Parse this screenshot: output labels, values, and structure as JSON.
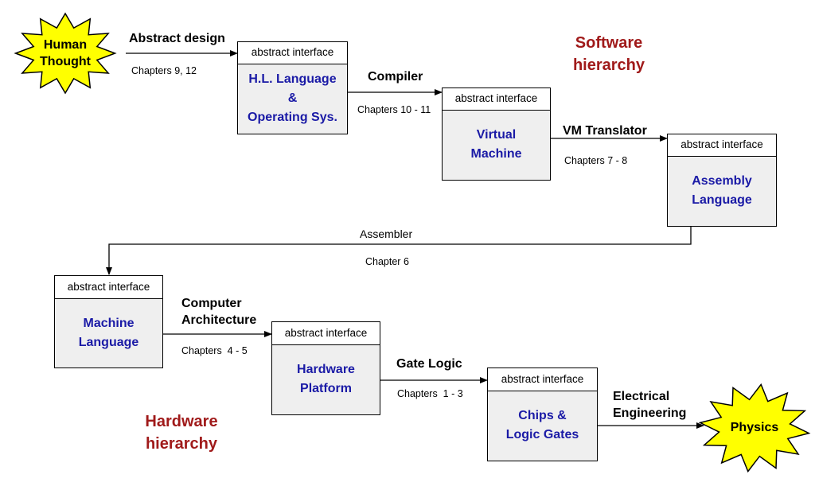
{
  "colors": {
    "box_fill": "#efefef",
    "box_text": "#1a1aa6",
    "hierarchy_text": "#a01a1a",
    "star_fill": "#ffff00"
  },
  "stars": {
    "human_thought": "Human\nThought",
    "physics": "Physics"
  },
  "hierarchy_labels": {
    "software": "Software\nhierarchy",
    "hardware": "Hardware\nhierarchy"
  },
  "interface_header": "abstract interface",
  "boxes": {
    "hl_language": "H.L. Language\n&\nOperating Sys.",
    "virtual_machine": "Virtual\nMachine",
    "assembly_language": "Assembly\nLanguage",
    "machine_language": "Machine\nLanguage",
    "hardware_platform": "Hardware\nPlatform",
    "chips_logic_gates": "Chips &\nLogic Gates"
  },
  "transitions": {
    "abstract_design": {
      "label": "Abstract design",
      "chapters": "Chapters 9, 12"
    },
    "compiler": {
      "label": "Compiler",
      "chapters": "Chapters 10 - 11"
    },
    "vm_translator": {
      "label": "VM Translator",
      "chapters": "Chapters 7 - 8"
    },
    "assembler": {
      "label": "Assembler",
      "chapters": "Chapter 6"
    },
    "computer_architecture": {
      "label": "Computer\nArchitecture",
      "chapters": "Chapters  4 - 5"
    },
    "gate_logic": {
      "label": "Gate Logic",
      "chapters": "Chapters  1 - 3"
    },
    "electrical_engineering": {
      "label": "Electrical\nEngineering"
    }
  }
}
